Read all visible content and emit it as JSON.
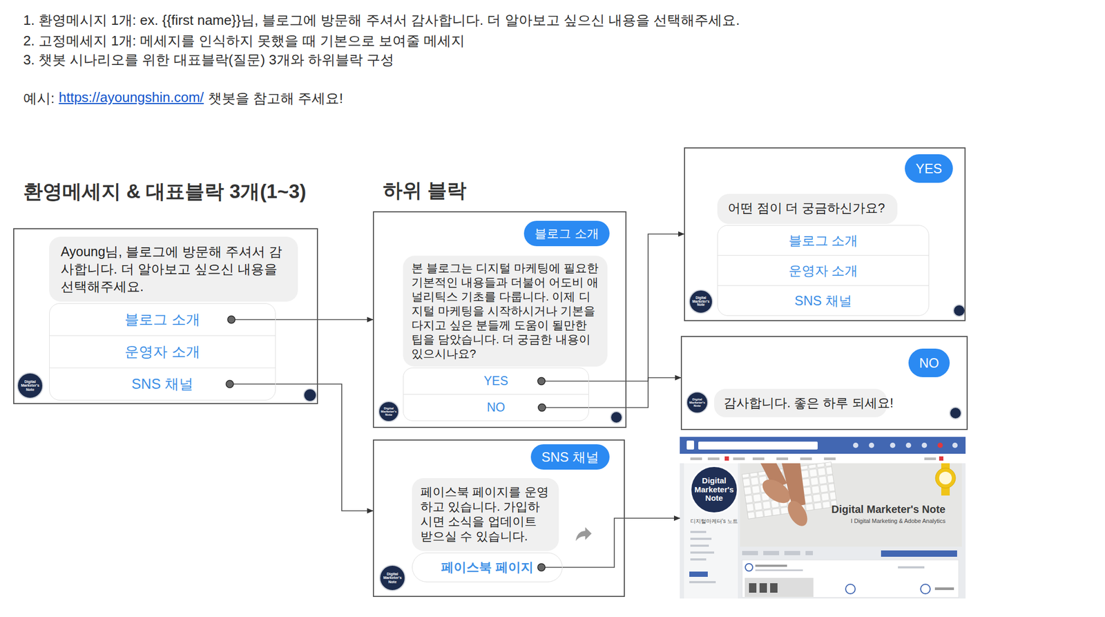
{
  "diagram": {
    "nodes": [
      {
        "text": [
          "환영메세지 & 대표블락 3개(1~3)"
        ]
      },
      {
        "text": [
          "Ayoung님, 블로그에 방문해 주셔서 감사합니다. 더 알아보고 싶으신 내용을 선택해주세요."
        ],
        "in": 0
      },
      {
        "text": [
          "블로그 소개"
        ],
        "in": 0
      },
      {
        "text": [
          "운영자 소개"
        ],
        "in": 0
      },
      {
        "text": [
          "SNS 채널"
        ],
        "in": 0
      },
      {
        "text": [
          "Digital Marketer's Note"
        ],
        "in": 0
      },
      {
        "text": [
          "하위 블락"
        ]
      },
      {
        "text": [
          "블로그 소개"
        ],
        "in": 6
      },
      {
        "text": [
          "본 블로그는 디지털 마케팅에 필요한 기본적인 내용들과 더불어 어도비 애널리틱스 기초를 다룹니다. 이제 디지털 마케팅을 시작하시거나 기본을 다지고 싶은 분들께 도움이 될만한 팁을 담았습니다. 더 궁금한 내용이 있으시나요?"
        ],
        "in": 6
      },
      {
        "text": [
          "YES"
        ],
        "in": 6
      },
      {
        "text": [
          "NO"
        ],
        "in": 6
      },
      {
        "text": [
          "Digital Marketer's Note"
        ],
        "in": 6
      },
      {
        "text": []
      },
      {
        "text": [
          "SNS 채널"
        ],
        "in": 12
      },
      {
        "text": [
          "페이스북 페이지를 운영하고 있습니다. 가입하시면 소식을 업데이트 받으실 수 있습니다."
        ],
        "in": 12
      },
      {
        "text": [
          "페이스북 페이지"
        ],
        "in": 12
      },
      {
        "text": [
          "Digital Marketer's Note"
        ],
        "in": 12
      },
      {
        "text": []
      },
      {
        "text": [
          "YES"
        ],
        "in": 17
      },
      {
        "text": [
          "어떤 점이 더 궁금하신가요?"
        ],
        "in": 17
      },
      {
        "text": [
          "블로그 소개"
        ],
        "in": 17
      },
      {
        "text": [
          "운영자 소개"
        ],
        "in": 17
      },
      {
        "text": [
          "SNS 채널"
        ],
        "in": 17
      },
      {
        "text": [
          "Digital Marketer's Note"
        ],
        "in": 17
      },
      {
        "text": []
      },
      {
        "text": [
          "NO"
        ],
        "in": 24
      },
      {
        "text": [
          "감사합니다. 좋은 하루 되세요!"
        ],
        "in": 24
      },
      {
        "text": [
          "Digital Marketer's Note"
        ],
        "in": 24
      },
      {
        "text": [
          "Digital Marketer's Note",
          "I Digital Marketing & Adobe Analytics",
          "디지털마케터's 노트"
        ]
      },
      {
        "text": [
          "Digital Marketer's Note"
        ],
        "in": 28
      }
    ],
    "edges": [
      {
        "from": 2,
        "to": 6,
        "arrow": "to"
      },
      {
        "from": 4,
        "to": 12,
        "arrow": "to"
      },
      {
        "from": 9,
        "to": 17,
        "arrow": "to"
      },
      {
        "from": 10,
        "to": 24,
        "arrow": "to"
      },
      {
        "from": 15,
        "to": 28,
        "arrow": "to"
      }
    ],
    "labels": [
      "1. 환영메시지 1개: ex. {{first name}}님, 블로그에 방문해 주셔서 감사합니다. 더 알아보고 싶으신 내용을 선택해주세요.",
      "2. 고정메세지 1개: 메세지를 인식하지 못했을 때 기본으로 보여줄 메세지",
      "3. 챗봇 시나리오를 위한 대표블락(질문) 3개와 하위블락 구성",
      "예시:",
      "https://ayoungshin.com/",
      "챗봇을 참고해 주세요!"
    ]
  }
}
